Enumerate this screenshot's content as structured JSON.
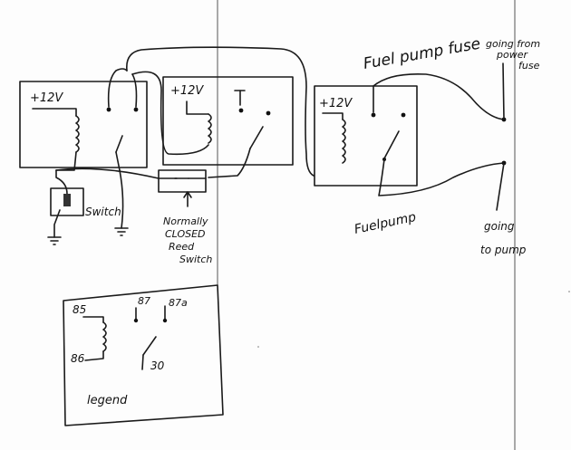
{
  "labels": {
    "relay1_power": "+12V",
    "relay2_power": "+12V",
    "relay3_power": "+12V",
    "switch": "Switch",
    "reed1": "Normally",
    "reed2": "CLOSED",
    "reed3": "Reed",
    "reed4": "Switch",
    "fuse_title": "Fuel pump fuse",
    "from1": "going from",
    "from2": "power",
    "from3": "fuse",
    "to1": "going",
    "to2": "to pump",
    "fuelpump": "Fuelpump",
    "pin85": "85",
    "pin86": "86",
    "pin87": "87",
    "pin87a": "87a",
    "pin30": "30",
    "legend": "legend"
  }
}
